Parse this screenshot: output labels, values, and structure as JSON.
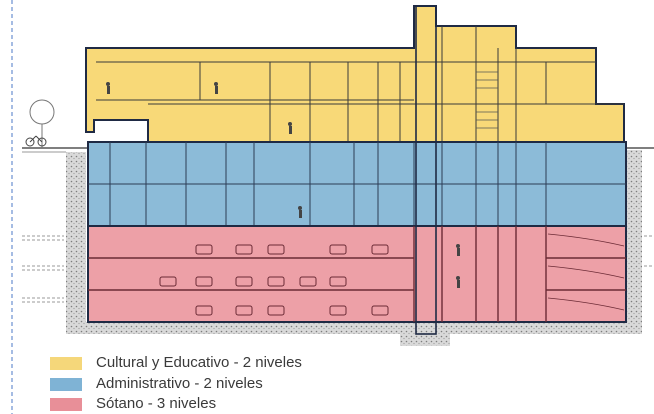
{
  "legend": [
    {
      "label": "Cultural y Educativo - 2 niveles",
      "color": "#f5d77a"
    },
    {
      "label": "Administrativo  - 2 niveles",
      "color": "#7fb3d5"
    },
    {
      "label": "Sótano - 3 niveles",
      "color": "#e88f98"
    }
  ],
  "colors": {
    "cultural_fill": "#f8d978",
    "administrativo_fill": "#8cbbd8",
    "sotano_fill": "#eda0a7",
    "outline": "#1f2a44",
    "ground_hatch": "#8a8a8a",
    "survey_line": "#6a8fd0"
  },
  "icons": [
    "tree-icon",
    "bicycle-icon",
    "car-icon",
    "person-icon",
    "staircase-icon"
  ]
}
